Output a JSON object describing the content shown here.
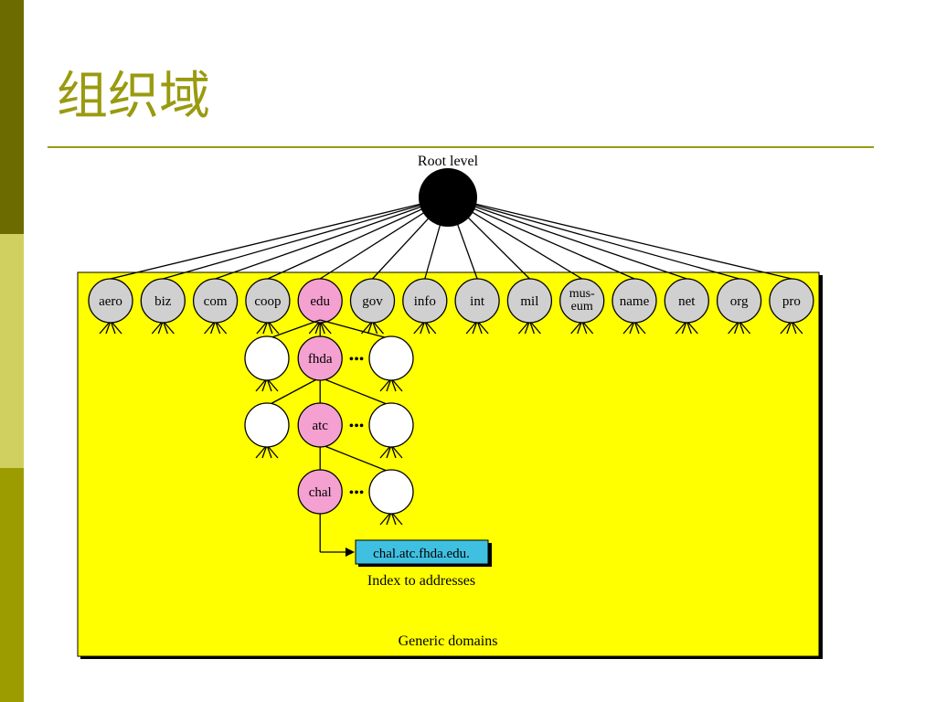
{
  "slide": {
    "title": "组织域"
  },
  "diagram": {
    "root_label": "Root level",
    "generic_domains_label": "Generic domains",
    "top_level_domains": [
      "aero",
      "biz",
      "com",
      "coop",
      "edu",
      "gov",
      "info",
      "int",
      "mil",
      "mus-\neum",
      "name",
      "net",
      "org",
      "pro"
    ],
    "path_nodes": [
      "edu",
      "fhda",
      "atc",
      "chal"
    ],
    "ellipsis": "•••",
    "index_box": "chal.atc.fhda.edu.",
    "index_caption": "Index to addresses",
    "colors": {
      "yellow_panel": "#ffff00",
      "gray_node": "#d0d0d0",
      "pink_node": "#f4a0d0",
      "index_box": "#40c0e0",
      "accent_olive": "#9a9a10"
    }
  }
}
